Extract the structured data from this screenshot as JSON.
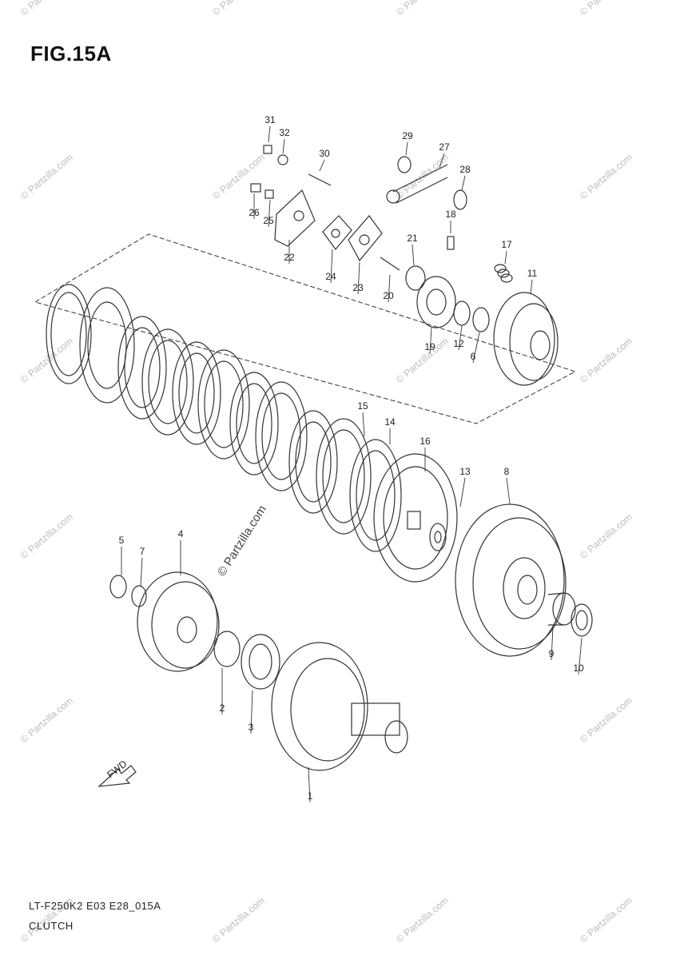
{
  "figure": {
    "title": "FIG.15A",
    "model_code": "LT-F250K2 E03 E28_015A",
    "assembly_name": "CLUTCH"
  },
  "watermark": {
    "text": "© Partzilla.com",
    "center_text": "© Partzilla.com"
  },
  "fwd_arrow_label": "FWD",
  "callouts": [
    "1",
    "2",
    "3",
    "4",
    "5",
    "6",
    "7",
    "8",
    "9",
    "10",
    "11",
    "12",
    "13",
    "14",
    "15",
    "16",
    "17",
    "18",
    "19",
    "20",
    "21",
    "22",
    "23",
    "24",
    "25",
    "26",
    "27",
    "28",
    "29",
    "30",
    "31",
    "32"
  ],
  "colors": {
    "line": "#333333",
    "fill": "#dddddd",
    "watermark": "#bdbdbd"
  }
}
